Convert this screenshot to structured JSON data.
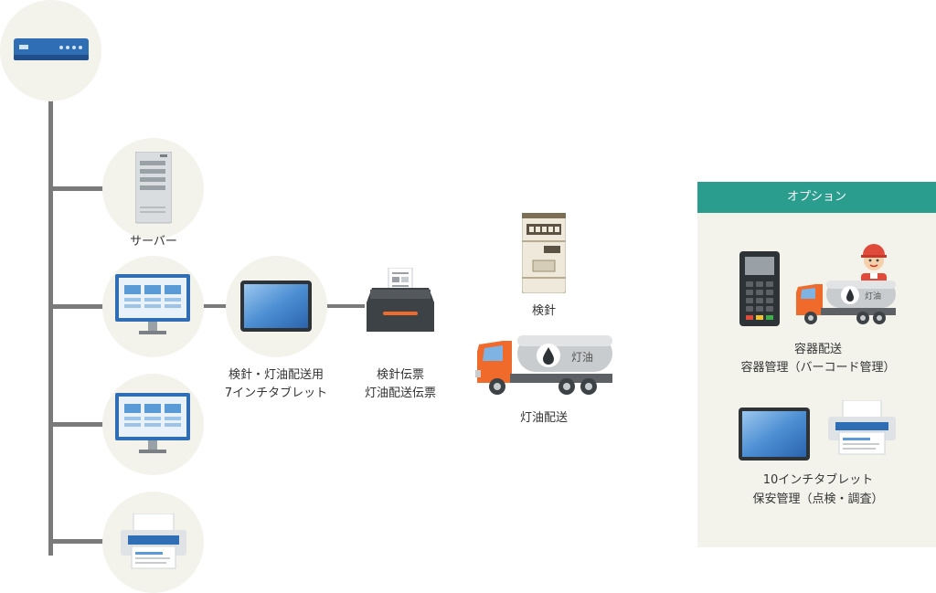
{
  "labels": {
    "server": "サーバー",
    "tablet": [
      "検針・灯油配送用",
      "7インチタブレット"
    ],
    "printer": [
      "検針伝票",
      "灯油配送伝票"
    ],
    "meter": "検針",
    "truck": "灯油配送",
    "truck_tank_text": "灯油"
  },
  "option": {
    "title": "オプション",
    "group1": [
      "容器配送",
      "容器管理（バーコード管理）"
    ],
    "group2": [
      "10インチタブレット",
      "保安管理（点検・調査）"
    ]
  },
  "colors": {
    "accent": "#2a9d8f",
    "circle_bg": "#f3f3ec",
    "connector": "#7a7a7a",
    "truck_cab": "#f06a2c",
    "rack_blue": "#2f6db5"
  }
}
